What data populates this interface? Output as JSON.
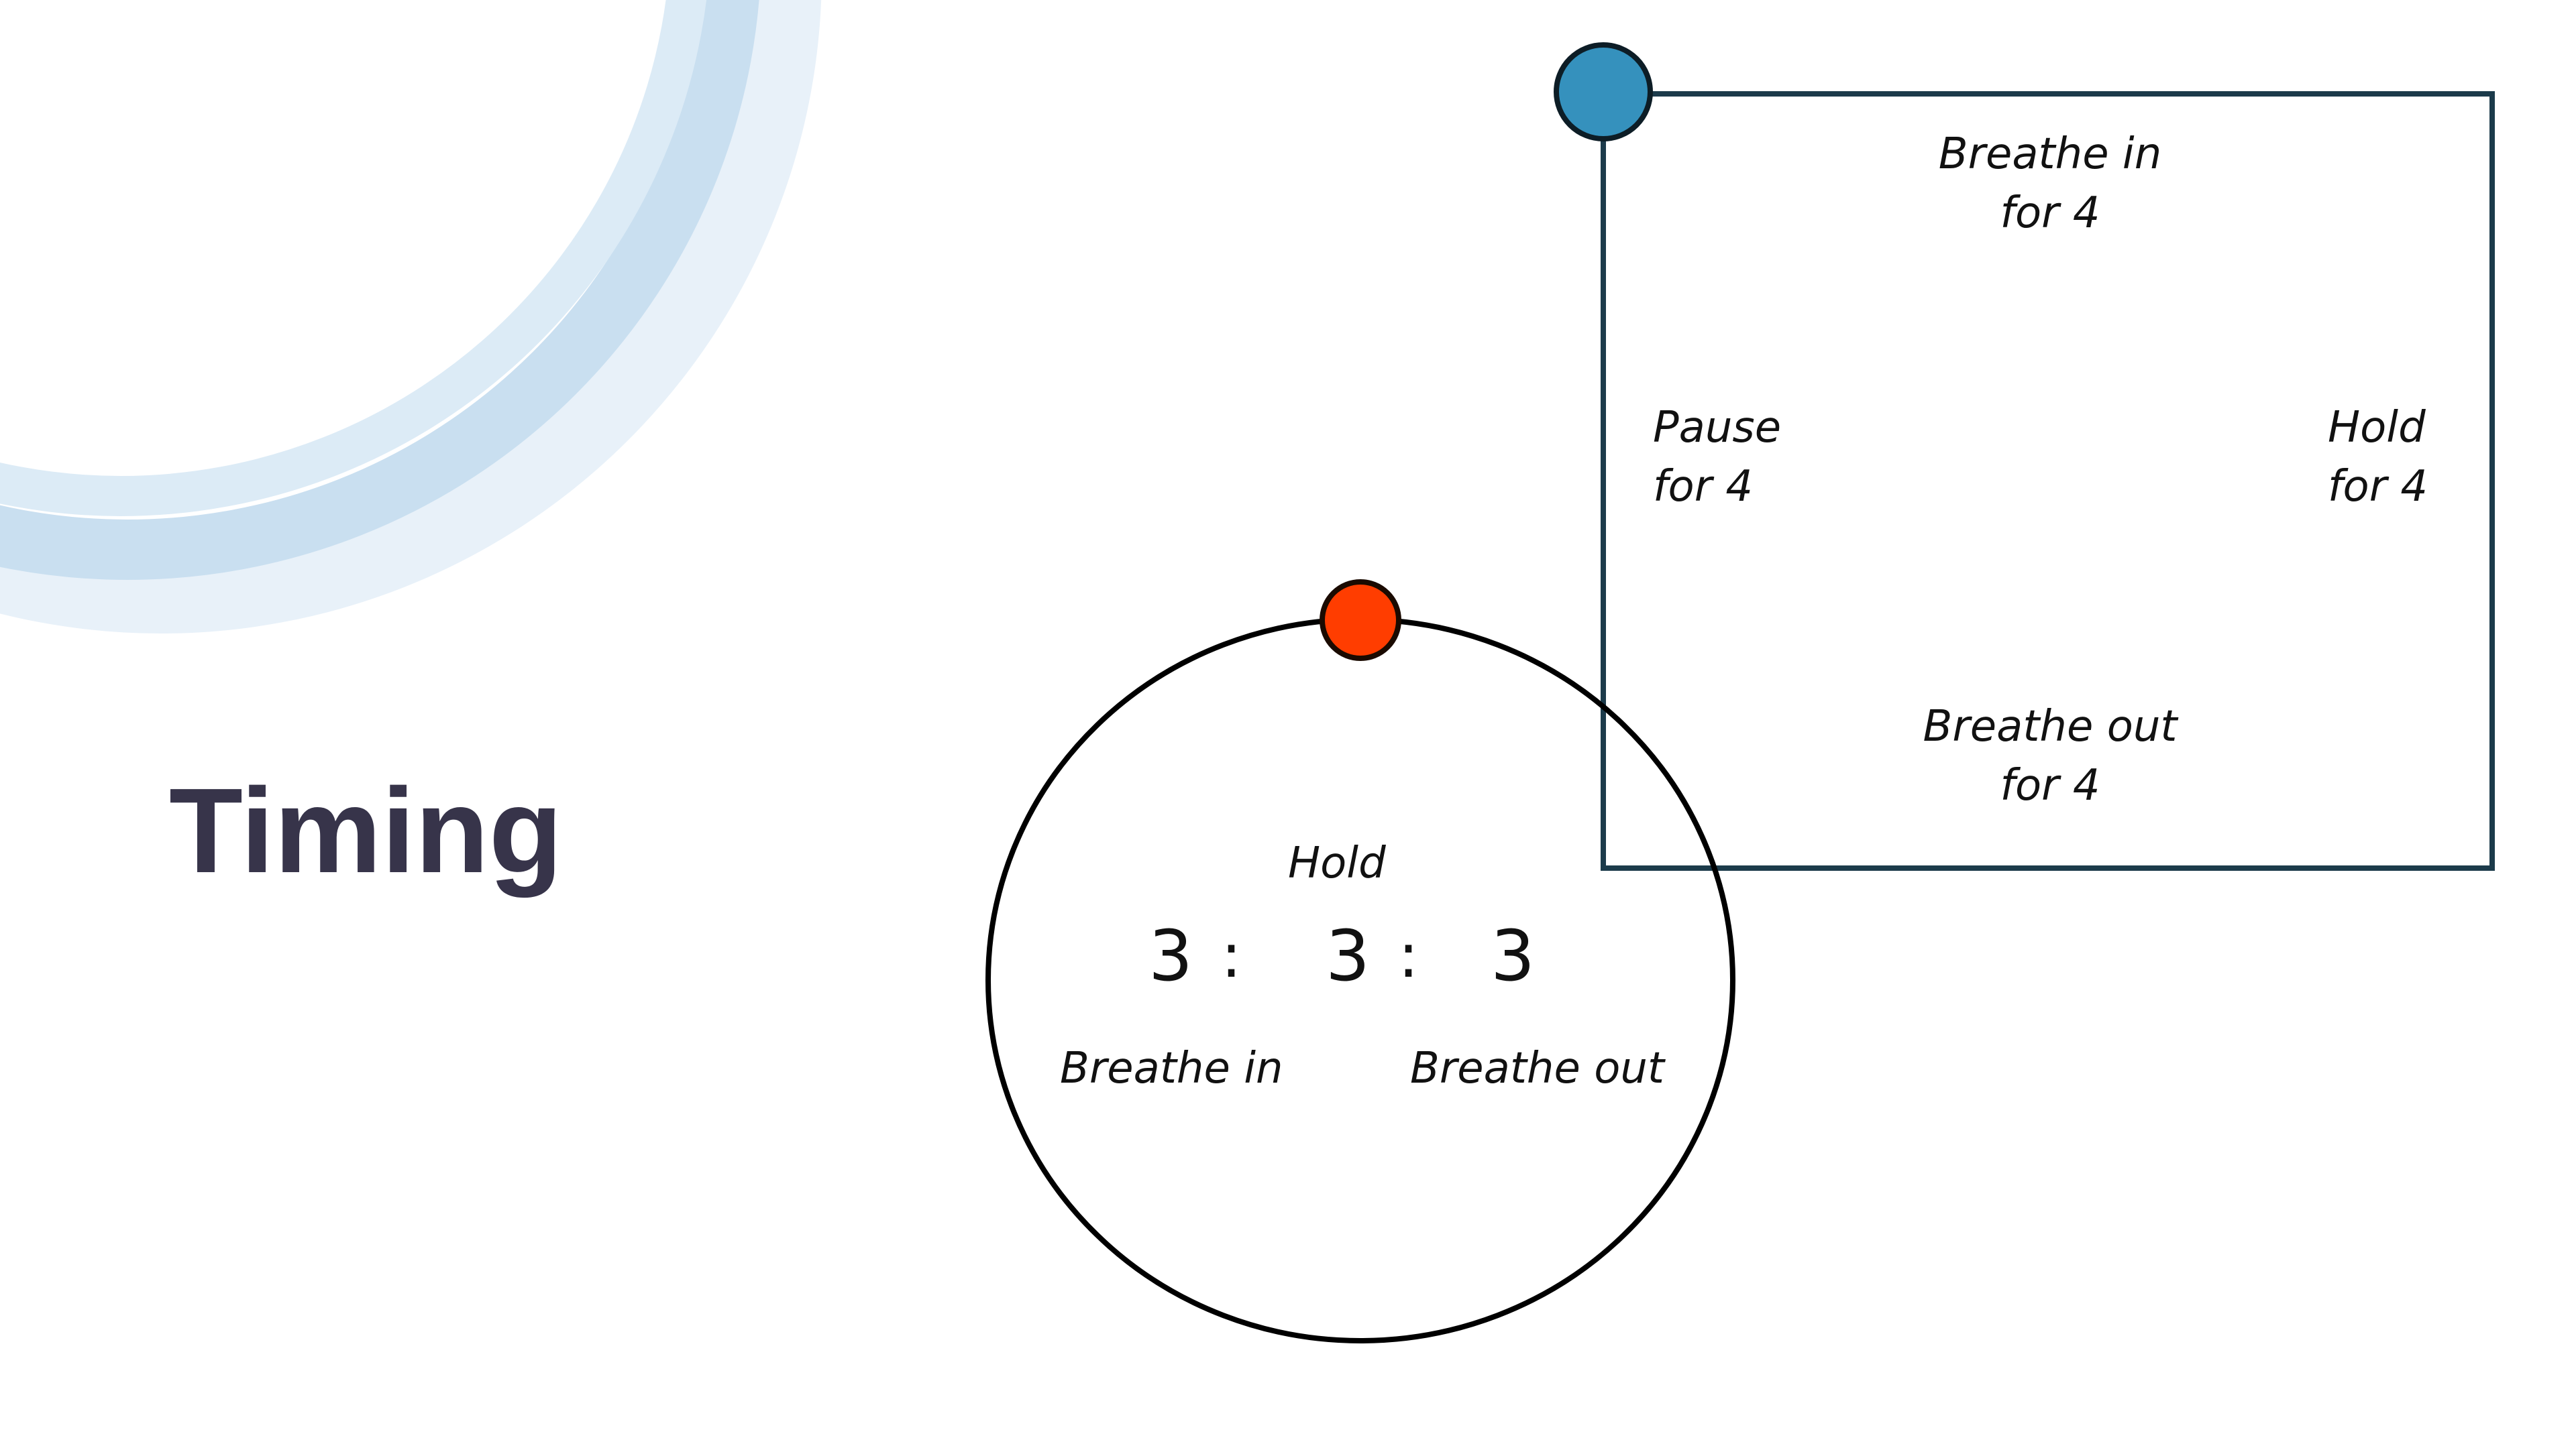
{
  "slide": {
    "title": "Timing"
  },
  "box_breathing": {
    "top_label": {
      "line1": "Breathe in",
      "line2": "for 4"
    },
    "left_label": {
      "line1": "Pause",
      "line2": "for 4"
    },
    "right_label": {
      "line1": "Hold",
      "line2": "for 4"
    },
    "bottom_label": {
      "line1": "Breathe out",
      "line2": "for 4"
    },
    "marker_color": "#3591bd",
    "border_color": "#1c3b4b"
  },
  "circle_breathing": {
    "hold_label": "Hold",
    "ratio": {
      "inhale": "3",
      "hold": "3",
      "exhale": "3",
      "separator": ":"
    },
    "inhale_label": "Breathe in",
    "exhale_label": "Breathe out",
    "marker_color": "#ff3d00",
    "border_color": "#000000"
  },
  "decoration": {
    "arc_color": "#bcd6ea"
  }
}
